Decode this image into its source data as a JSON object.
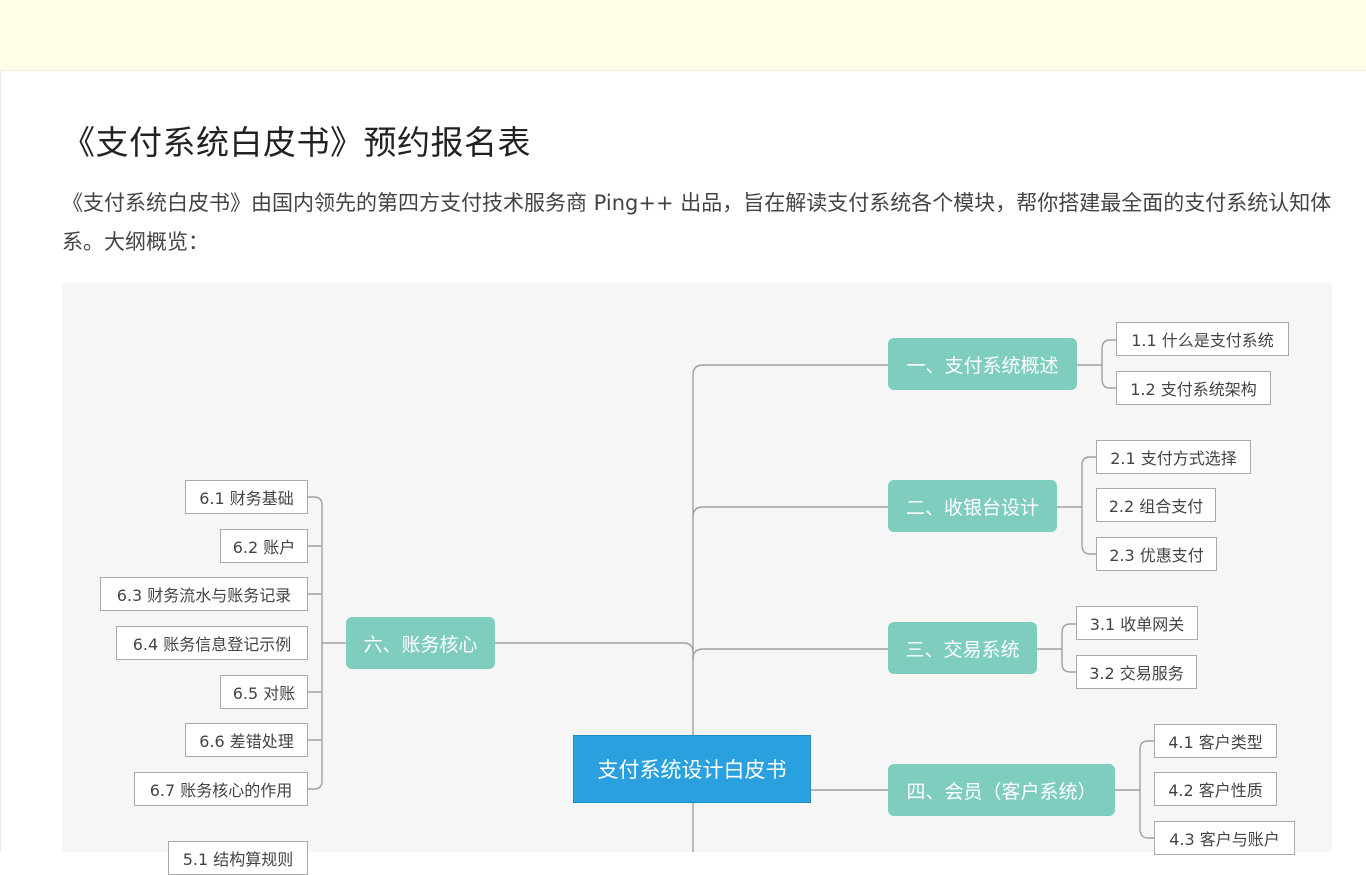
{
  "page": {
    "title": "《支付系统白皮书》预约报名表",
    "intro": "《支付系统白皮书》由国内领先的第四方支付技术服务商 Ping++ 出品，旨在解读支付系统各个模块，帮你搭建最全面的支付系统认知体系。大纲概览："
  },
  "mindmap": {
    "root": "支付系统设计白皮书",
    "branches": [
      {
        "id": "b1",
        "label": "一、支付系统概述",
        "leaves": [
          "1.1 什么是支付系统",
          "1.2 支付系统架构"
        ]
      },
      {
        "id": "b2",
        "label": "二、收银台设计",
        "leaves": [
          "2.1 支付方式选择",
          "2.2 组合支付",
          "2.3 优惠支付"
        ]
      },
      {
        "id": "b3",
        "label": "三、交易系统",
        "leaves": [
          "3.1 收单网关",
          "3.2 交易服务"
        ]
      },
      {
        "id": "b4",
        "label": "四、会员（客户系统）",
        "leaves": [
          "4.1 客户类型",
          "4.2 客户性质",
          "4.3 客户与账户"
        ]
      },
      {
        "id": "b6",
        "label": "六、账务核心",
        "leaves": [
          "6.1 财务基础",
          "6.2 账户",
          "6.3 财务流水与账务记录",
          "6.4 账务信息登记示例",
          "6.5 对账",
          "6.6 差错处理",
          "6.7 账务核心的作用"
        ]
      }
    ],
    "partial_leaf": "5.1 结构算规则"
  },
  "colors": {
    "top_bar": "#fdfde8",
    "root": "#2aa1de",
    "branch": "#7ecdbf",
    "line": "#a0a0a0"
  }
}
